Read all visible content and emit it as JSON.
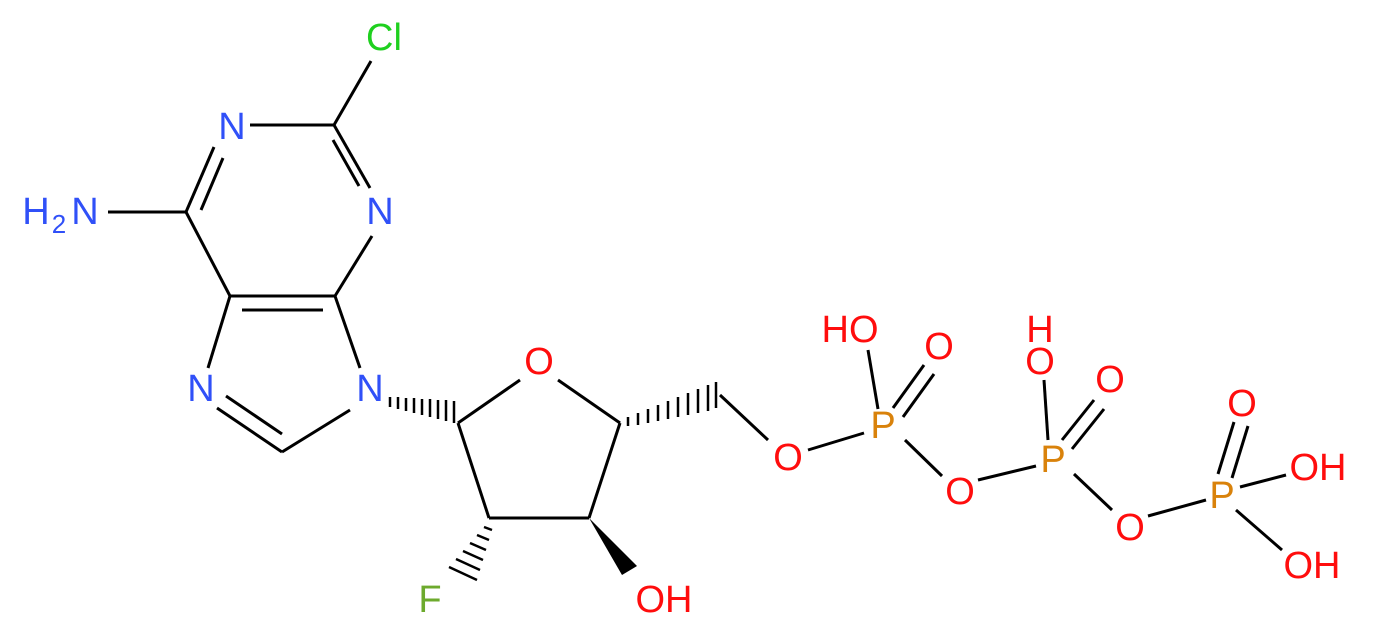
{
  "colors": {
    "N": "#3050F8",
    "O": "#FF0D0D",
    "P": "#D9820B",
    "Cl": "#1FD01F",
    "F": "#6DAA2D",
    "C": "#000000"
  },
  "atoms": {
    "cl": "Cl",
    "n1": "N",
    "n3": "N",
    "nh2_main": "H",
    "nh2_sub": "2",
    "nh2_n": "N",
    "n7": "N",
    "n9": "N",
    "o_ring": "O",
    "f": "F",
    "oh_ring": "OH",
    "o5": "O",
    "pa": "P",
    "pa_oh": "HO",
    "pa_o": "O",
    "o_ab": "O",
    "pb": "P",
    "pb_h": "H",
    "pb_o_top": "O",
    "pb_o": "O",
    "o_bg": "O",
    "pg": "P",
    "pg_o": "O",
    "pg_oh1": "OH",
    "pg_oh2": "OH"
  }
}
